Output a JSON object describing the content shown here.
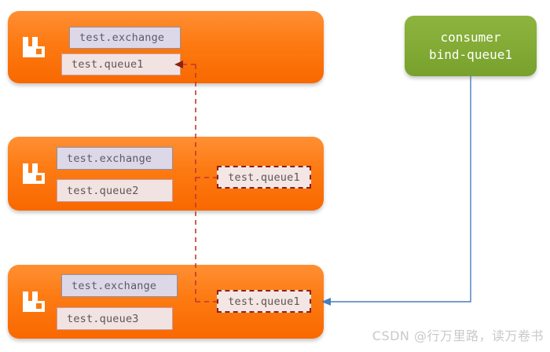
{
  "diagram": {
    "title": "RabbitMQ cluster queue mirroring / consumer binding",
    "colors": {
      "broker_orange_top": "#ff8f33",
      "broker_orange_bottom": "#f96800",
      "consumer_green_top": "#8db43e",
      "consumer_green_bottom": "#77a12c",
      "exchange_chip_fill": "#ddd8e8",
      "exchange_chip_border": "#8d8fa8",
      "queue_chip_fill": "#f2e3e3",
      "queue_chip_border": "#c79d9d",
      "ghost_queue_border": "#8c2216",
      "dashed_connector": "#c0392b",
      "consumer_connector": "#4a7ebb",
      "text_gray": "#5a5a64",
      "watermark_gray": "#c9c9c9"
    },
    "brokers": [
      {
        "id": "broker-1",
        "logo": "rabbitmq-logo-icon",
        "exchange": "test.exchange",
        "queue": "test.queue1",
        "ghost_queue": null
      },
      {
        "id": "broker-2",
        "logo": "rabbitmq-logo-icon",
        "exchange": "test.exchange",
        "queue": "test.queue2",
        "ghost_queue": "test.queue1"
      },
      {
        "id": "broker-3",
        "logo": "rabbitmq-logo-icon",
        "exchange": "test.exchange",
        "queue": "test.queue3",
        "ghost_queue": "test.queue1"
      }
    ],
    "consumer": {
      "line1": "consumer",
      "line2": "bind-queue1"
    },
    "watermark": "CSDN @行万里路，读万卷书"
  }
}
